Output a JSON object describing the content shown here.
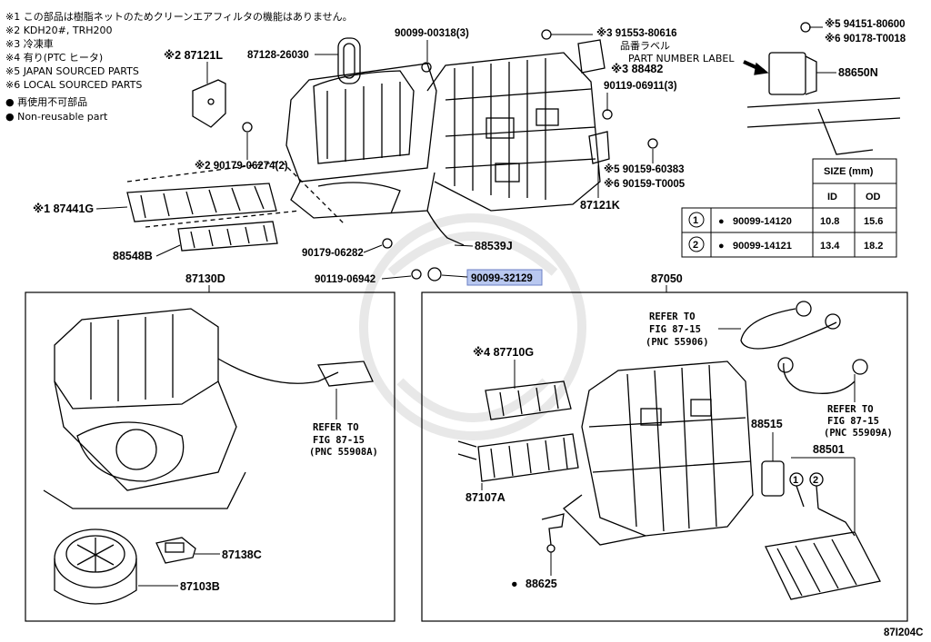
{
  "notes": [
    "※1 この部品は樹脂ネットのためクリーンエアフィルタの機能はありません。",
    "※2 KDH20#, TRH200",
    "※3 冷凍車",
    "※4 有り(PTC ヒータ)",
    "※5 JAPAN SOURCED PARTS",
    "※6 LOCAL SOURCED PARTS",
    "● 再使用不可部品",
    "● Non-reusable part"
  ],
  "top_labels": {
    "p87121L": "※2 87121L",
    "p87128": "87128-26030",
    "p90099_00318": "90099-00318(3)",
    "p91553": "※3 91553-80616",
    "label_jp": "品番ラベル",
    "part_number_label": "PART NUMBER LABEL",
    "p88482": "※3 88482",
    "p90119_06911": "90119-06911(3)",
    "p94151": "※5 94151-80600",
    "p90178": "※6 90178-T0018",
    "p88650N": "88650N",
    "p90179_06274": "※2 90179-06274(2)",
    "p90159_60383": "※5 90159-60383",
    "p90159_T0005": "※6 90159-T0005",
    "p87121K": "87121K",
    "p87441G": "※1 87441G",
    "p88548B": "88548B",
    "p90179_06282": "90179-06282",
    "p88539J": "88539J",
    "p90119_06942": "90119-06942",
    "p90099_32129": "90099-32129"
  },
  "size_table": {
    "title": "SIZE (mm)",
    "col_id": "ID",
    "col_od": "OD",
    "rows": [
      {
        "no": "1",
        "mark": "●",
        "part": "90099-14120",
        "id": "10.8",
        "od": "15.6"
      },
      {
        "no": "2",
        "mark": "●",
        "part": "90099-14121",
        "id": "13.4",
        "od": "18.2"
      }
    ]
  },
  "left_box": {
    "title": "87130D",
    "ref": [
      "REFER TO",
      "FIG 87-15",
      "(PNC 55908A)"
    ],
    "p87138C": "87138C",
    "p87103B": "87103B"
  },
  "right_box": {
    "title": "87050",
    "ref_top": [
      "REFER TO",
      "FIG 87-15",
      "(PNC 55906)"
    ],
    "ref_right": [
      "REFER TO",
      "FIG 87-15",
      "(PNC 55909A)"
    ],
    "p87710G": "※4 87710G",
    "p87107A": "87107A",
    "p88515": "88515",
    "p88501": "88501",
    "p88625": "88625",
    "bullet": "●",
    "circle1": "1",
    "circle2": "2"
  },
  "figure_code": "87I204C",
  "colors": {
    "line": "#000000",
    "highlight": "#b9c8f0",
    "watermark": "#e6e6e6"
  }
}
